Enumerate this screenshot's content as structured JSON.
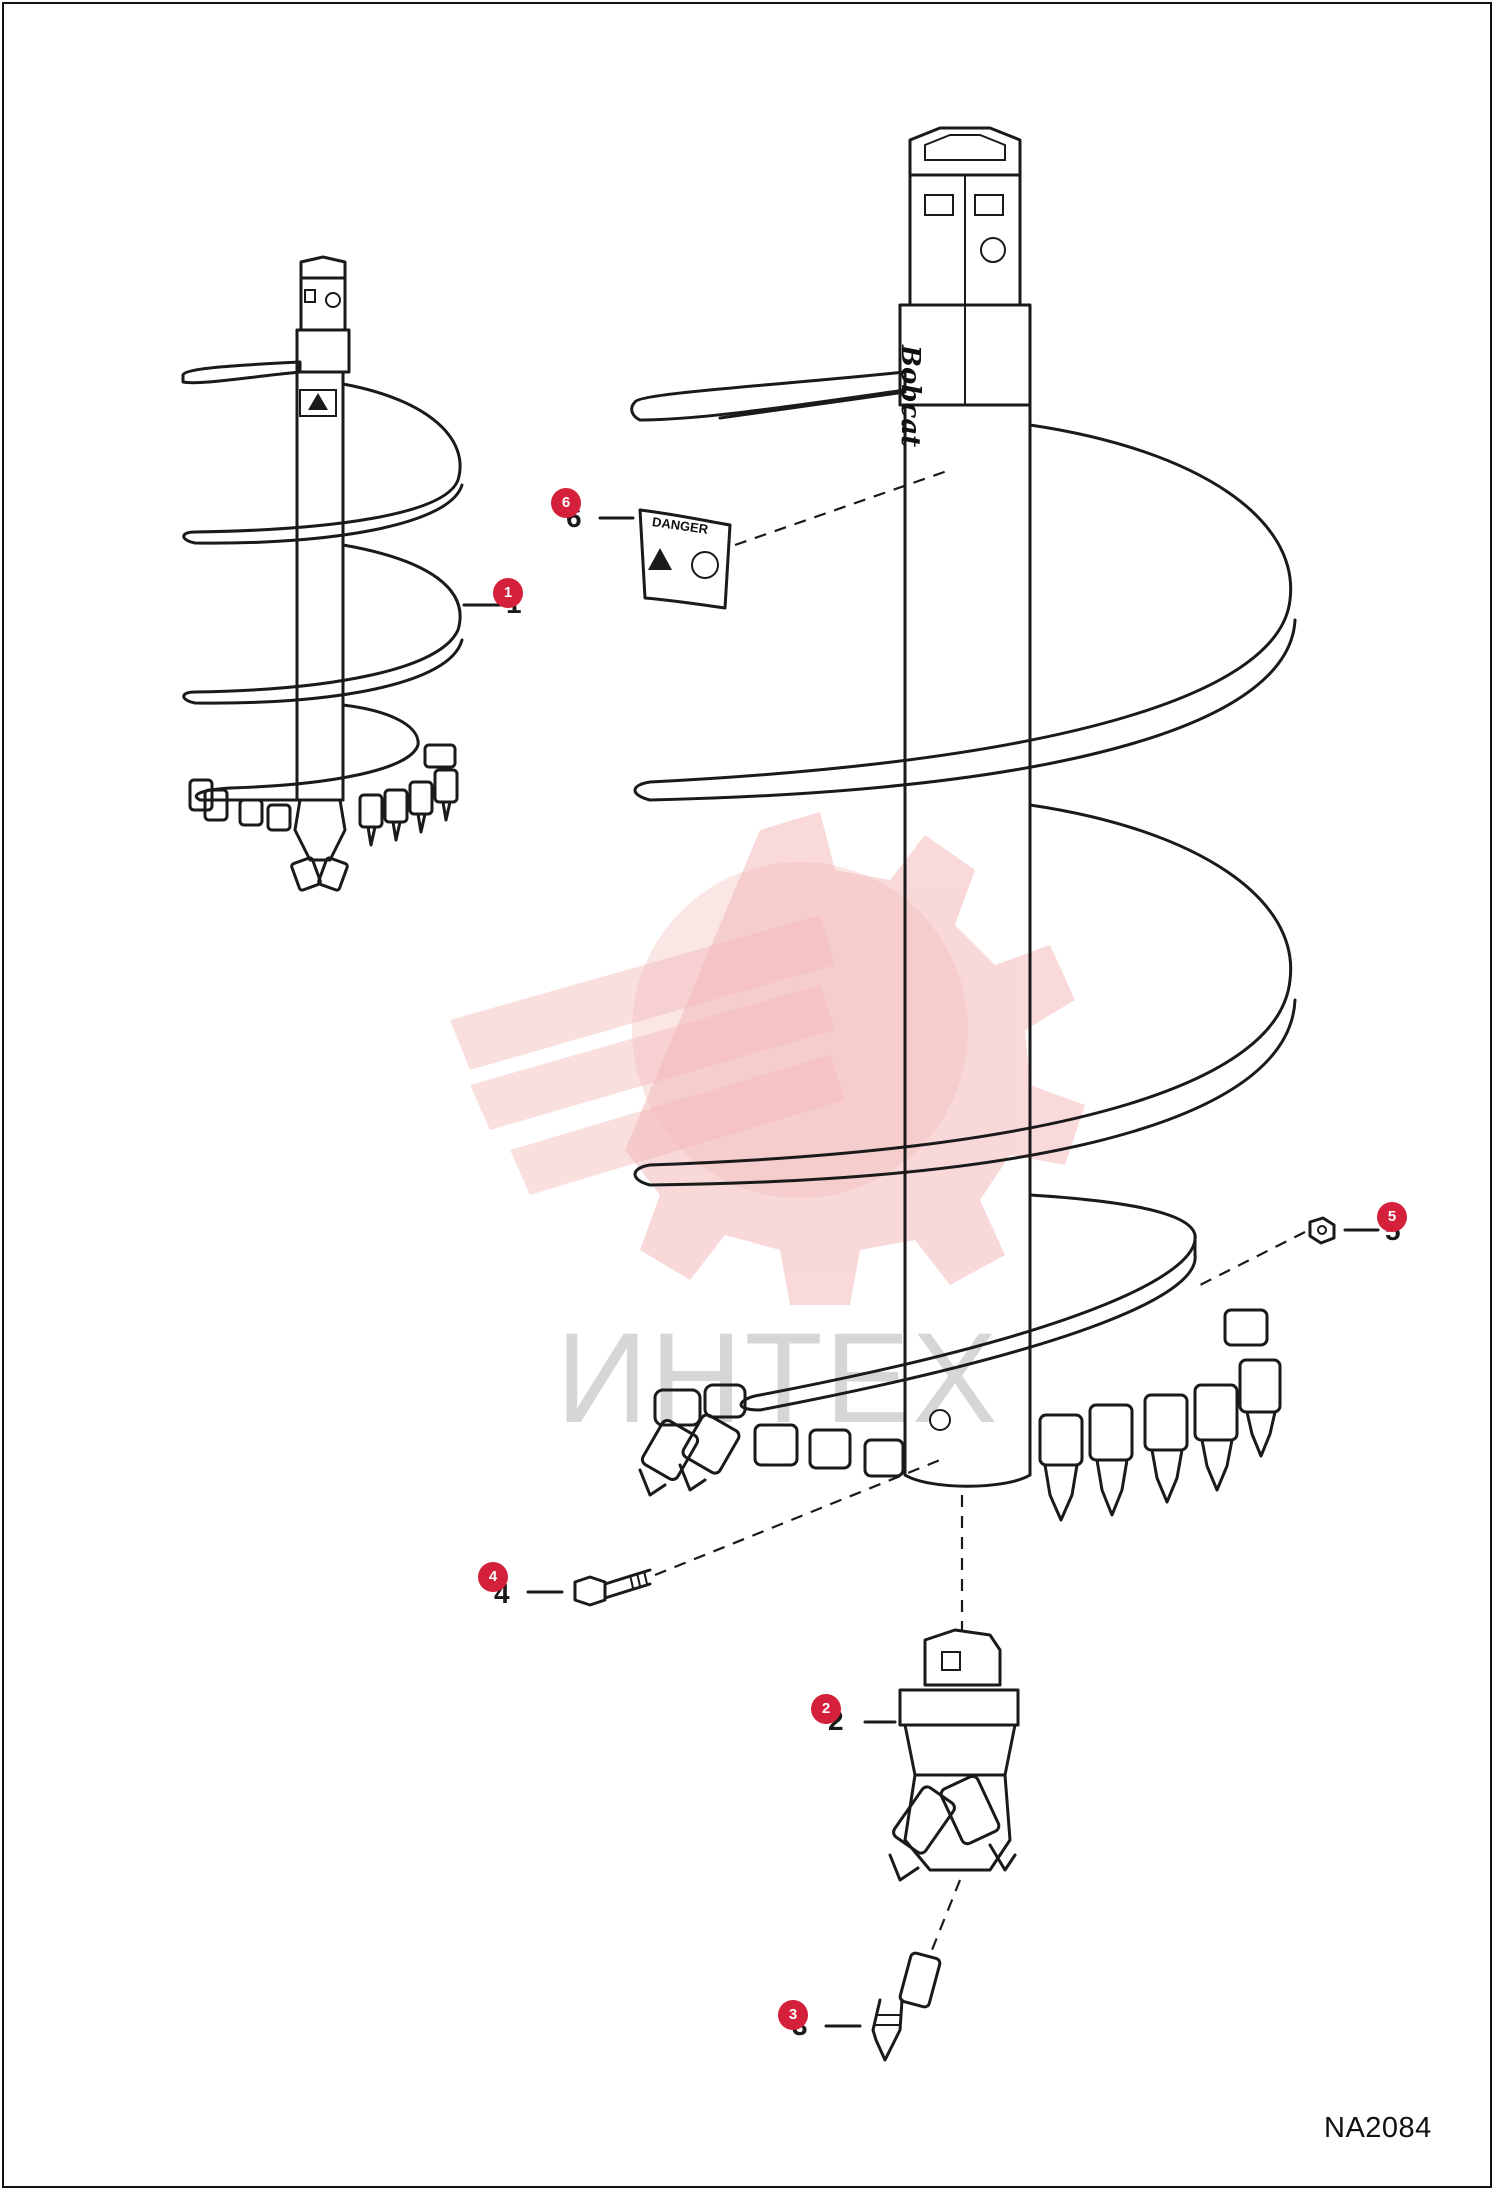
{
  "drawing": {
    "code": "NA2084",
    "brand_on_shaft": "Bobcat",
    "decal_heading": "DANGER"
  },
  "watermark": {
    "text": "ИНТЕХ",
    "color": "#f4b9b9",
    "icon": "gear-wrench-logo"
  },
  "callouts": {
    "color": "#d4203a",
    "items": [
      {
        "number": "1",
        "part_label": "1"
      },
      {
        "number": "2",
        "part_label": "2"
      },
      {
        "number": "3",
        "part_label": "3"
      },
      {
        "number": "4",
        "part_label": "4"
      },
      {
        "number": "5",
        "part_label": "5"
      },
      {
        "number": "6",
        "part_label": "6"
      }
    ]
  }
}
